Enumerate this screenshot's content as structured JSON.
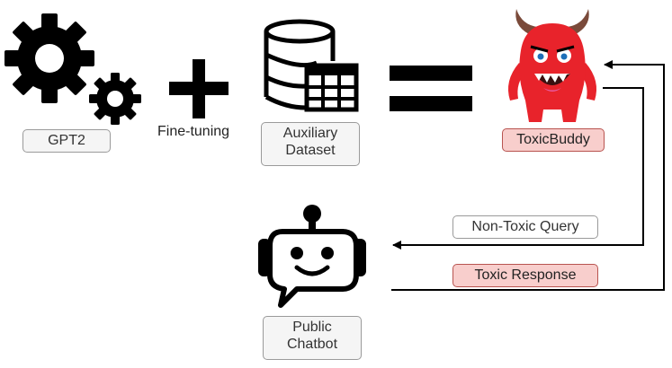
{
  "labels": {
    "gpt2": "GPT2",
    "fine_tuning": "Fine-tuning",
    "auxiliary_dataset": [
      "Auxiliary",
      "Dataset"
    ],
    "toxicbuddy": "ToxicBuddy",
    "non_toxic_query": "Non-Toxic Query",
    "toxic_response": "Toxic Response",
    "public_chatbot": [
      "Public",
      "Chatbot"
    ]
  },
  "colors": {
    "ink": "#000000",
    "label_fill": "#f5f5f5",
    "label_border": "#9a9a9a",
    "toxic_fill": "#f8cecc",
    "toxic_border": "#b85450",
    "monster_red": "#e8232b",
    "horn": "#7a4a3a"
  },
  "icons": [
    "gears-icon",
    "plus-icon",
    "database-table-icon",
    "equals-icon",
    "monster-icon",
    "chatbot-icon"
  ]
}
